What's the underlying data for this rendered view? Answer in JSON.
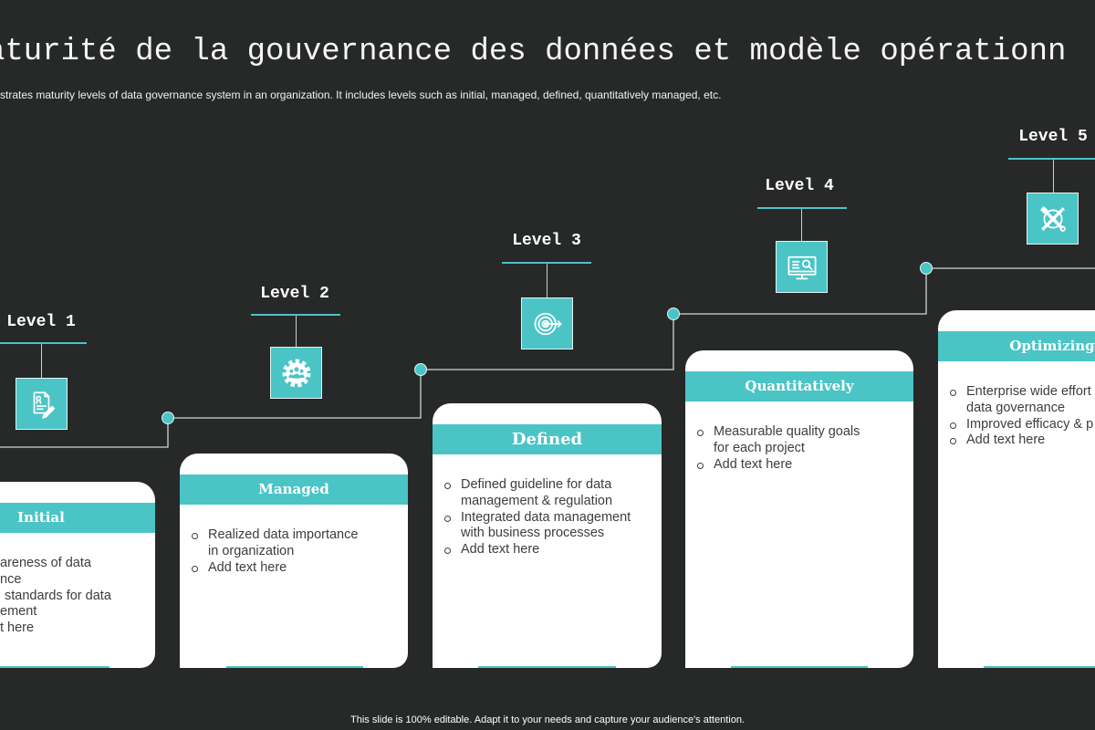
{
  "slide": {
    "title": "aturité de la gouvernance des données et modèle opérationn",
    "subtitle": "strates maturity levels of data governance system in an organization. It includes levels such as initial, managed, defined, quantitatively managed, etc.",
    "footer": "This slide is 100% editable. Adapt it to your needs and capture your audience's attention."
  },
  "colors": {
    "background": "#272828",
    "accent": "#4bc4c6",
    "card": "#ffffff",
    "body_text": "#3d3d3d",
    "connector": "#d4d4d4"
  },
  "levels": [
    {
      "label": "Level 1",
      "icon": "document-edit-icon",
      "stage": "Initial",
      "items": [
        {
          "lines": [
            "areness of data",
            "nce"
          ]
        },
        {
          "lines": [
            "standards for data",
            "ement"
          ]
        },
        {
          "lines": [
            "t here"
          ]
        }
      ]
    },
    {
      "label": "Level 2",
      "icon": "team-gear-icon",
      "stage": "Managed",
      "items": [
        {
          "lines": [
            "Realized data importance",
            "in organization"
          ]
        },
        {
          "lines": [
            "Add text here"
          ]
        }
      ]
    },
    {
      "label": "Level 3",
      "icon": "target-icon",
      "stage": "Defined",
      "items": [
        {
          "lines": [
            "Defined guideline for data",
            "management & regulation"
          ]
        },
        {
          "lines": [
            "Integrated data management",
            "with business processes"
          ]
        },
        {
          "lines": [
            "Add text here"
          ]
        }
      ]
    },
    {
      "label": "Level 4",
      "icon": "monitor-search-icon",
      "stage": "Quantitatively",
      "items": [
        {
          "lines": [
            "Measurable quality goals",
            "for each project"
          ]
        },
        {
          "lines": [
            "Add text here"
          ]
        }
      ]
    },
    {
      "label": "Level 5",
      "icon": "tools-icon",
      "stage": "Optimizing",
      "items": [
        {
          "lines": [
            "Enterprise wide effort",
            "data governance"
          ]
        },
        {
          "lines": [
            "Improved efficacy & p"
          ]
        },
        {
          "lines": [
            "Add text here"
          ]
        }
      ]
    }
  ]
}
